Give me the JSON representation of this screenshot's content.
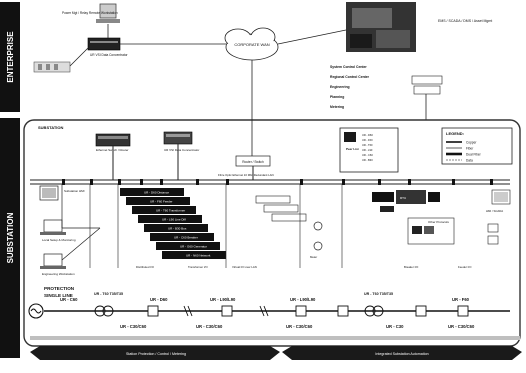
{
  "colors": {
    "band_bg": "#111111",
    "band_text": "#ffffff",
    "substation_border": "#333333",
    "device_dark": "#1a1a1a",
    "device_mid": "#666666",
    "line": "#222222",
    "footer_bar": "#1a1a1a",
    "footer_light": "#bfbfbf"
  },
  "bands": {
    "enterprise": "ENTERPRISE",
    "substation": "SUBSTATION"
  },
  "enterprise": {
    "cloud_label": "CORPORATE WAN",
    "pc_label": "Power Mgt / Relay Remote Workstation",
    "server_label": "UR VSI Data Concentrator",
    "photo_label": "EMS / SCADA / DMS / Asset Mgmt",
    "functions": [
      "System Control Center",
      "Regional Control Center",
      "Engineering",
      "Planning",
      "Metering"
    ]
  },
  "substation": {
    "title": "SUBSTATION",
    "ethernet_label": "Ethernet Switch / Router",
    "gateway_label": "UR VSI Data Concentrator",
    "router_label": "Router / Switch",
    "hmi_label": "Substation HMI",
    "laptop1_label": "Local Setup & Monitoring",
    "laptop2_label": "Engineering Workstation",
    "network_label": "Fibre Optic Ethernet 10 Mbit Redundant LAN",
    "relay_stack": [
      "UR - D60 Distance",
      "UR - F60 Feeder",
      "UR - T60 Transformer",
      "UR - L90 Line Diff",
      "UR - B30 Bus",
      "UR - C60 Breaker",
      "UR - G60 Generator",
      "UR - N60 Network"
    ],
    "legend_title": "LEGEND:",
    "legend_items": [
      "Copper",
      "Fiber",
      "Dual Fiber",
      "Data"
    ],
    "box_title": "Peer List",
    "box_items": [
      "UR - D60",
      "UR - F60",
      "UR - T60",
      "UR - L90",
      "UR - C60",
      "UR - B30"
    ],
    "io_labels": [
      "Distributed I/O",
      "Transformer I/O",
      "Virtual I/O over LAN",
      "Breaker I/O",
      "Feeder I/O"
    ],
    "other_block": "Other Protocols",
    "right_device": "RTU",
    "right_label": "HMI / SCADA",
    "meter_label": "Meter"
  },
  "single_line": {
    "title_line1": "PROTECTION",
    "title_line2": "SINGLE LINE",
    "top_labels": [
      "UR - C60",
      "UR - T60 T35/T35",
      "UR - D60",
      "UR - L90/L90",
      "UR - L90/L90",
      "UR - T60 T35/T35",
      "UR - F60"
    ],
    "bottom_labels": [
      "UR - C30/C60",
      "UR - C30/C60",
      "UR - C30/C60",
      "UR - C30",
      "UR - C30/C60"
    ]
  },
  "footer": {
    "left_text": "Station Protection / Control / Metering",
    "right_text": "Integrated Substation Automation"
  }
}
